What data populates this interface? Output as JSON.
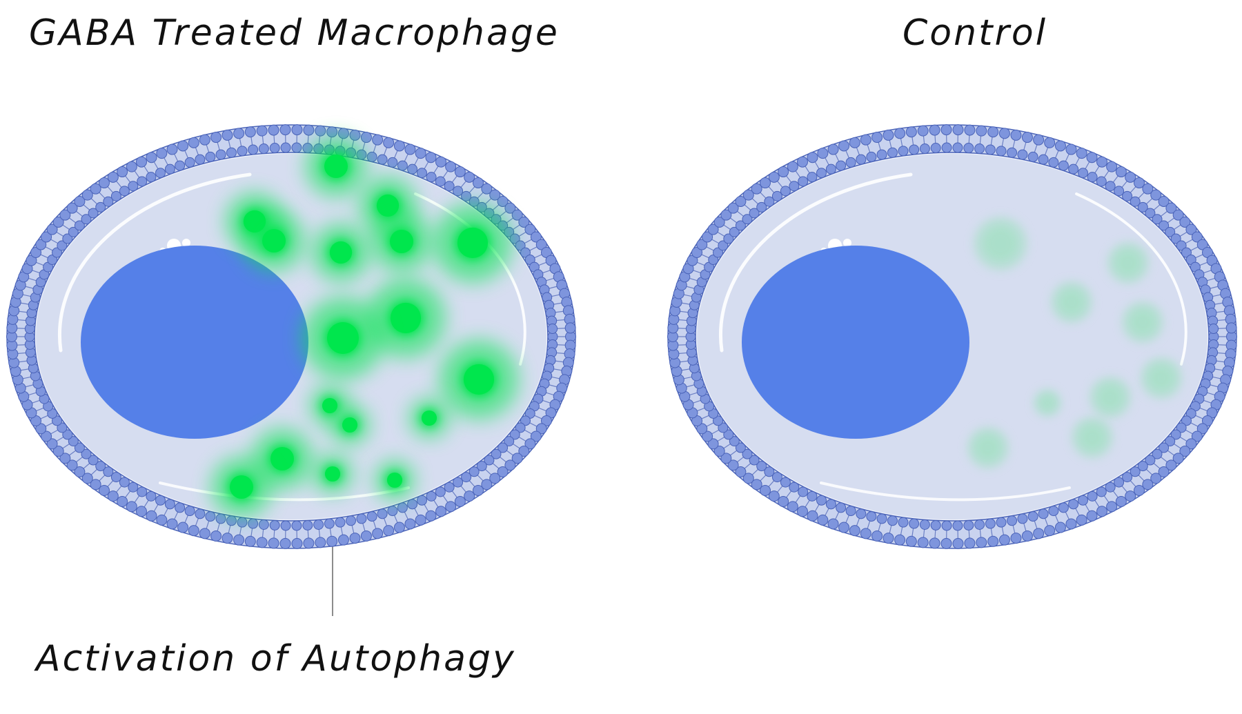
{
  "panels": {
    "treated": {
      "title": "GABA Treated Macrophage"
    },
    "control": {
      "title": "Control"
    }
  },
  "annotation": {
    "label": "Activation of Autophagy"
  },
  "colors": {
    "membrane_head": "#7e95dd",
    "membrane_stroke": "#4a63b8",
    "cytoplasm": "#d6ddf0",
    "nucleus": "#5580e8",
    "autophagy_bright": "#00e64d",
    "autophagy_faint": "#a8e0c8"
  },
  "icons": [
    "phospholipid-bilayer",
    "nucleus",
    "autophagosome-dot",
    "highlight-reflection"
  ]
}
